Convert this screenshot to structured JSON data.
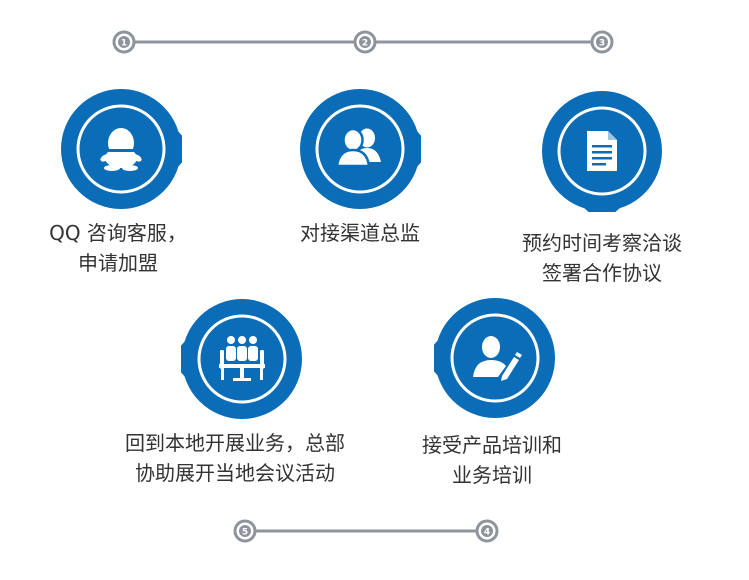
{
  "badges": {
    "top": [
      "1",
      "2",
      "3"
    ],
    "bottom": [
      "5",
      "4"
    ]
  },
  "steps": [
    {
      "lines": [
        "QQ 咨询客服，",
        "申请加盟"
      ],
      "icon": "qq-penguin-icon"
    },
    {
      "lines": [
        "对接渠道总监"
      ],
      "icon": "users-icon"
    },
    {
      "lines": [
        "预约时间考察洽谈",
        "签署合作协议"
      ],
      "icon": "document-icon"
    },
    {
      "lines": [
        "回到本地开展业务，总部",
        "协助展开当地会议活动"
      ],
      "icon": "meeting-icon"
    },
    {
      "lines": [
        "接受产品培训和",
        "业务培训"
      ],
      "icon": "user-edit-icon"
    }
  ],
  "colors": {
    "brand_blue": "#0b6db8",
    "connector_gray": "#8d949c"
  }
}
